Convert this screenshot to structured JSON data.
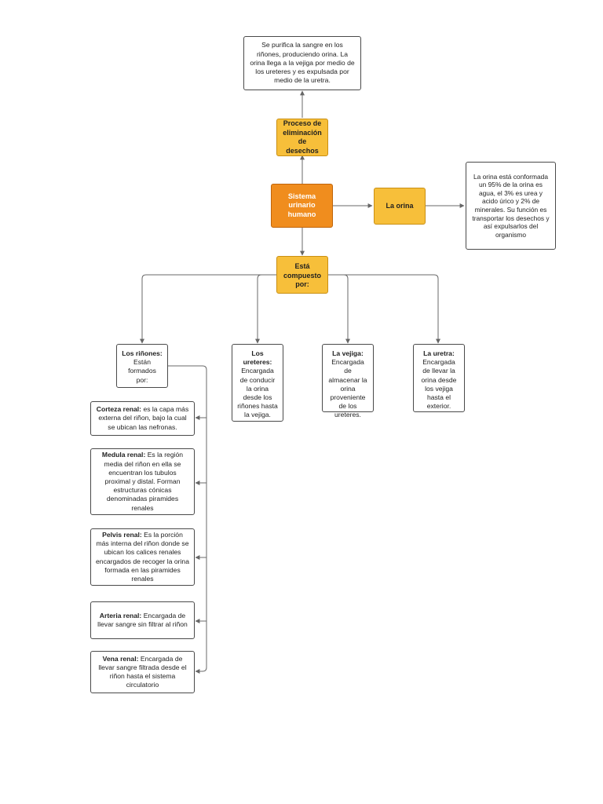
{
  "nodes": {
    "sistema": "Sistema urinario humano",
    "proceso": "Proceso de eliminación de desechos",
    "purifica": "Se purifica la sangre en los riñones, produciendo orina. La orina llega a la vejiga por medio de los ureteres y es expulsada por medio de la uretra.",
    "orina": "La orina",
    "orina_desc": "La orina está conformada un 95% de la orina es agua, el 3% es urea y acido úrico y 2% de minerales. Su función es transportar los desechos y así expulsarlos del organismo",
    "compuesto": "Está compuesto por:",
    "rinones": {
      "title": "Los riñones:",
      "text": "Están formados por:"
    },
    "ureteres": {
      "title": "Los ureteres:",
      "text": "Encargada de conducir la orina desde los riñones hasta la vejiga."
    },
    "vejiga": {
      "title": "La vejiga:",
      "text": "Encargada de almacenar la orina proveniente de los ureteres."
    },
    "uretra": {
      "title": "La uretra:",
      "text": "Encargada de llevar la orina desde los vejiga hasta el exterior."
    },
    "corteza": {
      "title": "Corteza renal:",
      "text": "es la capa más externa del riñon, bajo la cual se ubican las nefronas."
    },
    "medula": {
      "title": "Medula renal:",
      "text": "Es la región media del riñon en ella se encuentran los tubulos proximal y distal. Forman estructuras cónicas denominadas piramides renales"
    },
    "pelvis": {
      "title": "Pelvis renal:",
      "text": "Es la porción más interna del riñon donde se ubican los calices renales encargados de recoger la orina formada en las piramides renales"
    },
    "arteria": {
      "title": "Arteria renal:",
      "text": "Encargada de llevar sangre sin filtrar al riñon"
    },
    "vena": {
      "title": "Vena renal:",
      "text": "Encargada de llevar sangre filtrada desde el riñon hasta el sistema circulatorio"
    }
  },
  "colors": {
    "yellow": "#f7bf3a",
    "orange": "#f08d1e",
    "border": "#4a4a4a",
    "edge": "#666666"
  }
}
